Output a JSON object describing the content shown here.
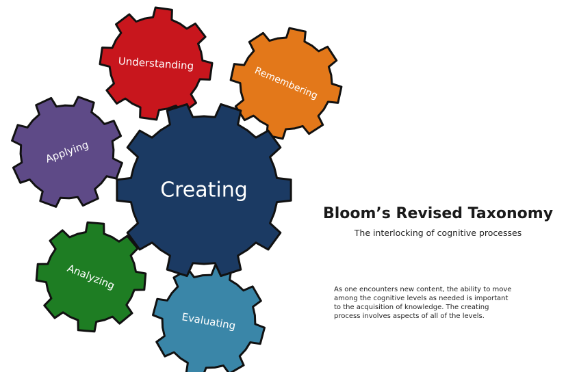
{
  "gears": [
    {
      "id": "creating",
      "label": "Creating",
      "color": "#1b3a63"
    },
    {
      "id": "understanding",
      "label": "Understanding",
      "color": "#c8161d"
    },
    {
      "id": "remembering",
      "label": "Remembering",
      "color": "#e3781a"
    },
    {
      "id": "applying",
      "label": "Applying",
      "color": "#5e4a87"
    },
    {
      "id": "analyzing",
      "label": "Analyzing",
      "color": "#1e7d23"
    },
    {
      "id": "evaluating",
      "label": "Evaluating",
      "color": "#3a86a8"
    }
  ],
  "title": "Bloom’s Revised Taxonomy",
  "subtitle": "The interlocking of cognitive processes",
  "description": [
    "As one encounters new content, the ability to move",
    "among the cognitive levels as needed is important",
    "to the acquisition of knowledge. The creating",
    "process involves aspects of all of the levels."
  ]
}
